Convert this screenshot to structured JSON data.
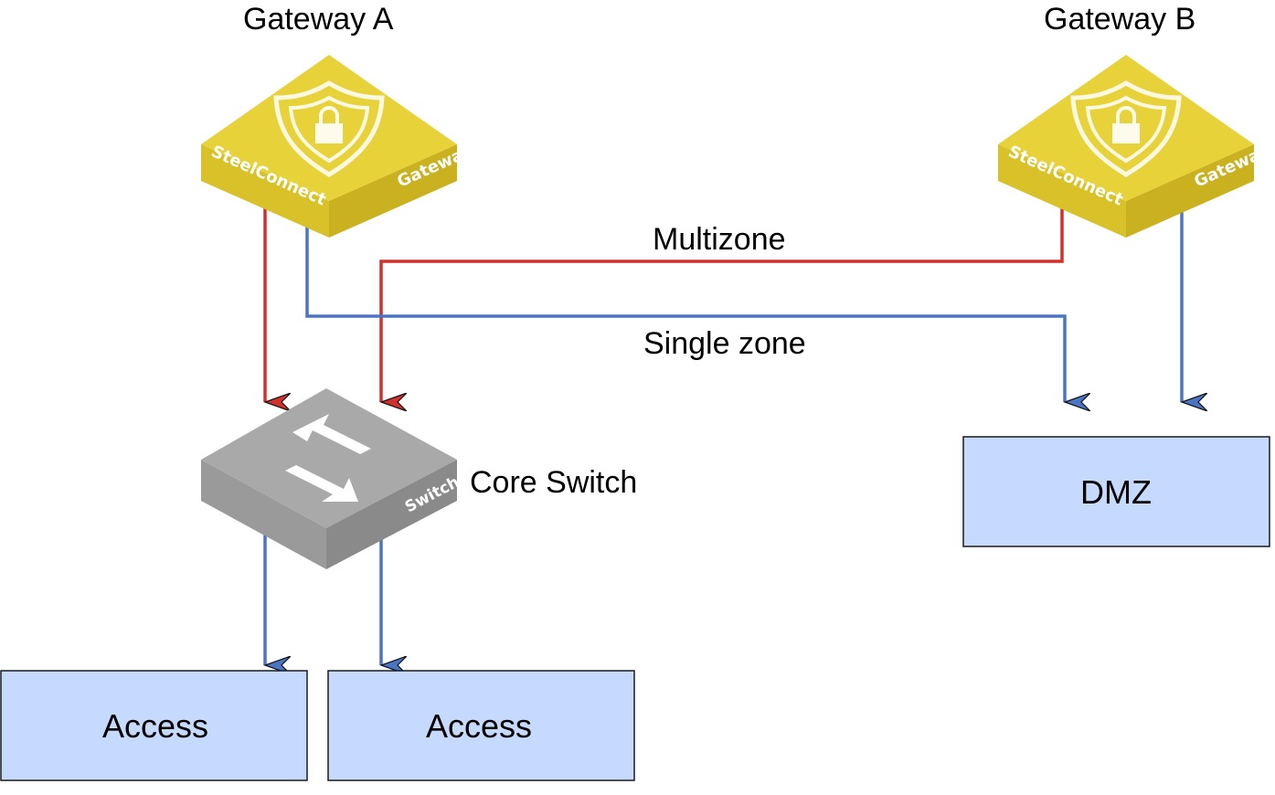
{
  "devices": {
    "gateway_a": {
      "title": "Gateway A",
      "brand": "SteelConnect",
      "kind": "Gateway",
      "icon": "shield-lock-icon"
    },
    "gateway_b": {
      "title": "Gateway B",
      "brand": "SteelConnect",
      "kind": "Gateway",
      "icon": "shield-lock-icon"
    },
    "core_switch": {
      "title": "Core Switch",
      "kind": "Switch",
      "icon": "switch-arrows-icon"
    }
  },
  "links": {
    "multizone": "Multizone",
    "single_zone": "Single zone"
  },
  "zones": {
    "dmz": "DMZ",
    "access_1": "Access",
    "access_2": "Access"
  },
  "colors": {
    "multizone_line": "#d0312d",
    "single_zone_line": "#4a74c4",
    "zone_fill": "#c6d9fe",
    "gateway_top": "#e8d23a",
    "switch_top": "#a9a9a9"
  }
}
